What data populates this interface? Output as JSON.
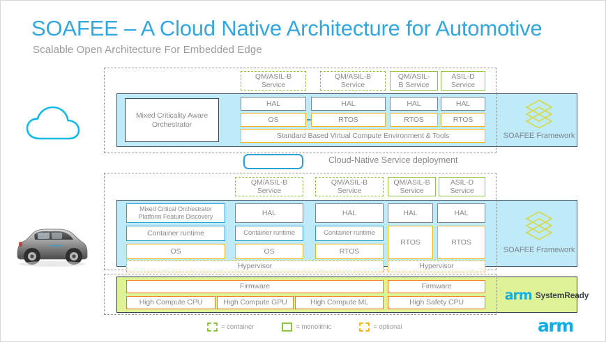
{
  "header": {
    "title": "SOAFEE – A Cloud Native Architecture for Automotive",
    "subtitle": "Scalable Open Architecture For Embedded Edge"
  },
  "icons": {
    "cloud": "cloud-icon",
    "car": "car-icon",
    "soafee_logo": "soafee-diamond-logo"
  },
  "colors": {
    "title_blue": "#33A7DE",
    "band_blue": "#BFEAF7",
    "band_green": "#DFF396",
    "green_accent": "#8CC63E",
    "amber_accent": "#F7B417",
    "orange_accent": "#F07B1C",
    "blue_accent": "#2E9FD4",
    "gray_border": "#7C8594",
    "arm_blue": "#11ADE3"
  },
  "cloud_section": {
    "services": [
      {
        "label": "QM/ASIL-B\nService",
        "style": "container"
      },
      {
        "label": "QM/ASIL-B\nService",
        "style": "container"
      },
      {
        "label": "QM/ASIL-\nB Service",
        "style": "monolithic"
      },
      {
        "label": "ASIL-D\nService",
        "style": "monolithic"
      }
    ],
    "orchestrator": "Mixed Criticality Aware\nOrchestrator",
    "hal_row": [
      "HAL",
      "HAL",
      "HAL",
      "HAL"
    ],
    "os_row": [
      "OS",
      "RTOS",
      "RTOS",
      "RTOS"
    ],
    "base_layer": "Standard Based Virtual Compute Environment & Tools",
    "framework_label": "SOAFEE Framework"
  },
  "deployment": {
    "caption": "Cloud-Native Service deployment"
  },
  "edge_section": {
    "services": [
      {
        "label": "QM/ASIL-B\nService",
        "style": "container"
      },
      {
        "label": "QM/ASIL-B\nService",
        "style": "container"
      },
      {
        "label": "QM/ASIL-B\nService",
        "style": "monolithic"
      },
      {
        "label": "ASIL-D\nService",
        "style": "monolithic"
      }
    ],
    "orchestrator": "Mixed Critical Orchestrator\nPlatform Feature Discovery",
    "hal_row": [
      "HAL",
      "HAL",
      "HAL",
      "HAL"
    ],
    "container_runtime_row": [
      "Container runtime",
      "Container runtime",
      "Container runtime"
    ],
    "os_row": [
      "OS",
      "OS",
      "RTOS"
    ],
    "rtos_tall": [
      "RTOS",
      "RTOS"
    ],
    "hypervisors": [
      "Hypervisor",
      "Hypervisor"
    ],
    "framework_label": "SOAFEE Framework"
  },
  "hardware_section": {
    "firmware": [
      "Firmware",
      "Firmware"
    ],
    "compute": [
      "High Compute CPU",
      "High Compute GPU",
      "High Compute ML",
      "High Safety CPU"
    ],
    "badge": {
      "arm": "arm",
      "systemready": "SystemReady"
    }
  },
  "legend": [
    {
      "label": "= container",
      "swatch": "green-dashed"
    },
    {
      "label": "= monolithic",
      "swatch": "green-solid"
    },
    {
      "label": "= optional",
      "swatch": "amber-dashed"
    }
  ],
  "footer": {
    "arm_logo": "arm"
  }
}
